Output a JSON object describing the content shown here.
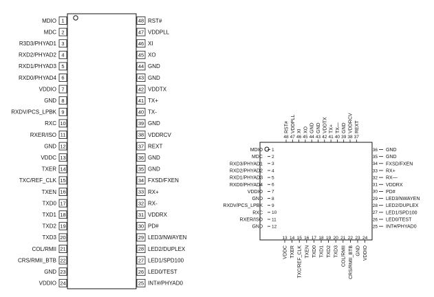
{
  "left_chip": {
    "left_pins": [
      {
        "num": "1",
        "label": "MDIO"
      },
      {
        "num": "2",
        "label": "MDC"
      },
      {
        "num": "3",
        "label": "R3D3/PHYAD1"
      },
      {
        "num": "4",
        "label": "RXD2/PHYAD2"
      },
      {
        "num": "5",
        "label": "RXD1/PHYAD3"
      },
      {
        "num": "6",
        "label": "RXD0/PHYAD4"
      },
      {
        "num": "7",
        "label": "VDDIO"
      },
      {
        "num": "8",
        "label": "GND"
      },
      {
        "num": "9",
        "label": "RXDV/PCS_LPBK"
      },
      {
        "num": "10",
        "label": "RXC"
      },
      {
        "num": "11",
        "label": "RXER/ISO"
      },
      {
        "num": "12",
        "label": "GND"
      },
      {
        "num": "13",
        "label": "VDDC"
      },
      {
        "num": "14",
        "label": "TXER"
      },
      {
        "num": "15",
        "label": "TXC/REF_CLK"
      },
      {
        "num": "16",
        "label": "TXEN"
      },
      {
        "num": "17",
        "label": "TXD0"
      },
      {
        "num": "18",
        "label": "TXD1"
      },
      {
        "num": "19",
        "label": "TXD2"
      },
      {
        "num": "20",
        "label": "TXD3"
      },
      {
        "num": "21",
        "label": "COL/RMII"
      },
      {
        "num": "22",
        "label": "CRS/RMII_BTB"
      },
      {
        "num": "23",
        "label": "GND"
      },
      {
        "num": "24",
        "label": "VDDIO"
      }
    ],
    "right_pins": [
      {
        "num": "48",
        "label": "RST#"
      },
      {
        "num": "47",
        "label": "VDDPLL"
      },
      {
        "num": "46",
        "label": "XI"
      },
      {
        "num": "45",
        "label": "XO"
      },
      {
        "num": "44",
        "label": "GND"
      },
      {
        "num": "43",
        "label": "GND"
      },
      {
        "num": "42",
        "label": "VDDTX"
      },
      {
        "num": "41",
        "label": "TX+"
      },
      {
        "num": "40",
        "label": "TX-"
      },
      {
        "num": "39",
        "label": "GND"
      },
      {
        "num": "38",
        "label": "VDDRCV"
      },
      {
        "num": "37",
        "label": "REXT"
      },
      {
        "num": "36",
        "label": "GND"
      },
      {
        "num": "35",
        "label": "GND"
      },
      {
        "num": "34",
        "label": "FXSD/FXEN"
      },
      {
        "num": "33",
        "label": "RX+"
      },
      {
        "num": "32",
        "label": "RX-"
      },
      {
        "num": "31",
        "label": "VDDRX"
      },
      {
        "num": "30",
        "label": "PD#"
      },
      {
        "num": "29",
        "label": "LED3/NWAYEN"
      },
      {
        "num": "28",
        "label": "LED2/DUPLEX"
      },
      {
        "num": "27",
        "label": "LED1/SPD100"
      },
      {
        "num": "26",
        "label": "LED0/TEST"
      },
      {
        "num": "25",
        "label": "INT#/PHYAD0"
      }
    ]
  },
  "right_chip": {
    "top_pins": [
      {
        "num": "48",
        "label": "RST#"
      },
      {
        "num": "47",
        "label": "VDDPLL"
      },
      {
        "num": "46",
        "label": "XI"
      },
      {
        "num": "45",
        "label": "XO"
      },
      {
        "num": "44",
        "label": "GND"
      },
      {
        "num": "43",
        "label": "GND"
      },
      {
        "num": "42",
        "label": "VDDTX"
      },
      {
        "num": "41",
        "label": "TX+"
      },
      {
        "num": "40",
        "label": "TX—"
      },
      {
        "num": "39",
        "label": "GND"
      },
      {
        "num": "38",
        "label": "VDDRCV"
      },
      {
        "num": "37",
        "label": "REXT"
      }
    ],
    "left_pins": [
      {
        "num": "1",
        "label": "MDIO"
      },
      {
        "num": "2",
        "label": "MDC"
      },
      {
        "num": "3",
        "label": "RXD3/PHYAD1"
      },
      {
        "num": "4",
        "label": "RXD2/PHYAD2"
      },
      {
        "num": "5",
        "label": "RXD1/PHYAD3"
      },
      {
        "num": "6",
        "label": "RXD0/PHYAD4"
      },
      {
        "num": "7",
        "label": "VDDIO"
      },
      {
        "num": "8",
        "label": "GND"
      },
      {
        "num": "9",
        "label": "RXDV/PCS_LPBK"
      },
      {
        "num": "10",
        "label": "RXC"
      },
      {
        "num": "11",
        "label": "RXER/ISO"
      },
      {
        "num": "12",
        "label": "GND"
      }
    ],
    "right_pins": [
      {
        "num": "36",
        "label": "GND"
      },
      {
        "num": "35",
        "label": "GND"
      },
      {
        "num": "34",
        "label": "FXSD/FXEN"
      },
      {
        "num": "33",
        "label": "RX+"
      },
      {
        "num": "32",
        "label": "RX—"
      },
      {
        "num": "31",
        "label": "VDDRX"
      },
      {
        "num": "30",
        "label": "PD#"
      },
      {
        "num": "29",
        "label": "LED3/NWAYEN"
      },
      {
        "num": "28",
        "label": "LED2/DUPLEX"
      },
      {
        "num": "27",
        "label": "LED1/SPD100"
      },
      {
        "num": "26",
        "label": "LED0/TEST"
      },
      {
        "num": "25",
        "label": "INT#/PHYAD0"
      }
    ],
    "bottom_pins": [
      {
        "num": "13",
        "label": "VDDC"
      },
      {
        "num": "14",
        "label": "TXER"
      },
      {
        "num": "15",
        "label": "TXC/REF_CLK"
      },
      {
        "num": "16",
        "label": "TXEN"
      },
      {
        "num": "17",
        "label": "TXD0"
      },
      {
        "num": "18",
        "label": "TXD1"
      },
      {
        "num": "19",
        "label": "TXD2"
      },
      {
        "num": "20",
        "label": "TXD3"
      },
      {
        "num": "21",
        "label": "COL/RMII"
      },
      {
        "num": "22",
        "label": "CRS/RMII_BTB"
      },
      {
        "num": "23",
        "label": "GND"
      },
      {
        "num": "24",
        "label": "VDDIO"
      }
    ]
  }
}
